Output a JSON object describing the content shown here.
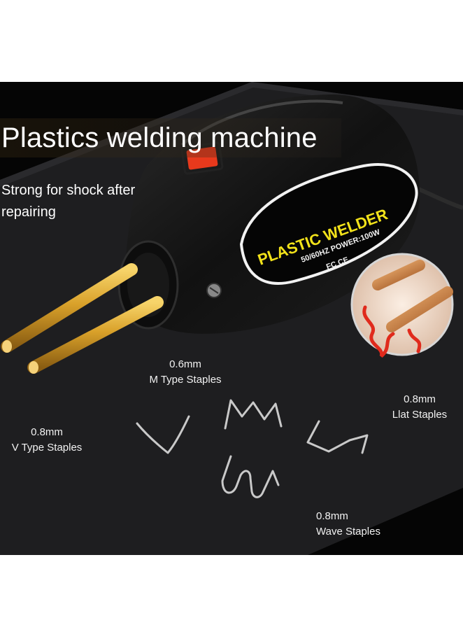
{
  "title": "Plastics welding machine",
  "subtitle": "Strong for shock after repairing",
  "device": {
    "brand_text": "PLASTIC WELDER",
    "spec_text": "50/60HZ   POWER:100W",
    "cert_text": "FC CE"
  },
  "staples": [
    {
      "size": "0.6mm",
      "name": "M Type Staples"
    },
    {
      "size": "0.8mm",
      "name": "Llat Staples"
    },
    {
      "size": "0.8mm",
      "name": "V Type Staples"
    },
    {
      "size": "0.8mm",
      "name": "Wave Staples"
    }
  ],
  "colors": {
    "background": "#050505",
    "title_text": "#ffffff",
    "label_yellow": "#f2e21a",
    "switch_red": "#e8391c",
    "tips_gold": "#d8a82a"
  }
}
